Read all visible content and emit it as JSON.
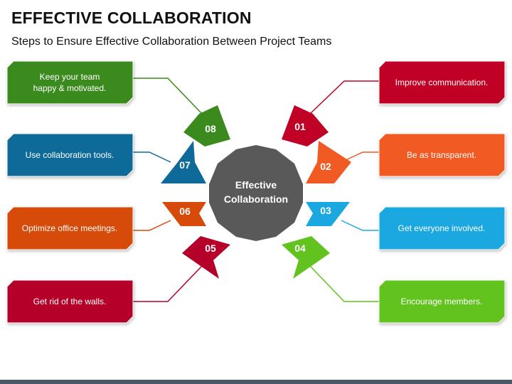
{
  "title": "EFFECTIVE COLLABORATION",
  "subtitle": "Steps to Ensure Effective Collaboration Between Project Teams",
  "center": {
    "line1": "Effective",
    "line2": "Collaboration",
    "color": "#595959"
  },
  "steps": [
    {
      "num": "01",
      "text": [
        "Improve communication."
      ],
      "color": "#c00024"
    },
    {
      "num": "02",
      "text": [
        "Be as transparent."
      ],
      "color": "#f15a22"
    },
    {
      "num": "03",
      "text": [
        "Get everyone involved."
      ],
      "color": "#1ba8e0"
    },
    {
      "num": "04",
      "text": [
        "Encourage members."
      ],
      "color": "#62c31f"
    },
    {
      "num": "05",
      "text": [
        "Get rid of the walls."
      ],
      "color": "#b5002a"
    },
    {
      "num": "06",
      "text": [
        "Optimize office meetings."
      ],
      "color": "#d64a0a"
    },
    {
      "num": "07",
      "text": [
        "Use collaboration tools."
      ],
      "color": "#0e6a98"
    },
    {
      "num": "08",
      "text": [
        "Keep your team",
        "happy & motivated."
      ],
      "color": "#3b8a1e"
    }
  ]
}
